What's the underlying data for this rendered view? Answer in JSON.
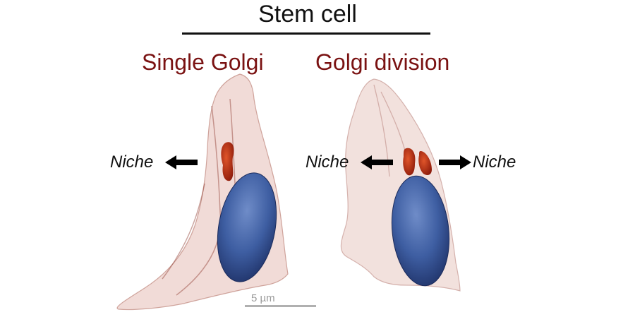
{
  "figure": {
    "title": "Stem cell",
    "panels": [
      {
        "label": "Single Golgi"
      },
      {
        "label": "Golgi division"
      }
    ],
    "niche_labels": [
      "Niche",
      "Niche",
      "Niche"
    ],
    "scale_bar_label": "5 µm",
    "colors": {
      "panel_label": "#7a1212",
      "cell_membrane": "#e9cfc8",
      "nucleus": "#3d5ea0",
      "golgi": "#b52a12"
    }
  }
}
